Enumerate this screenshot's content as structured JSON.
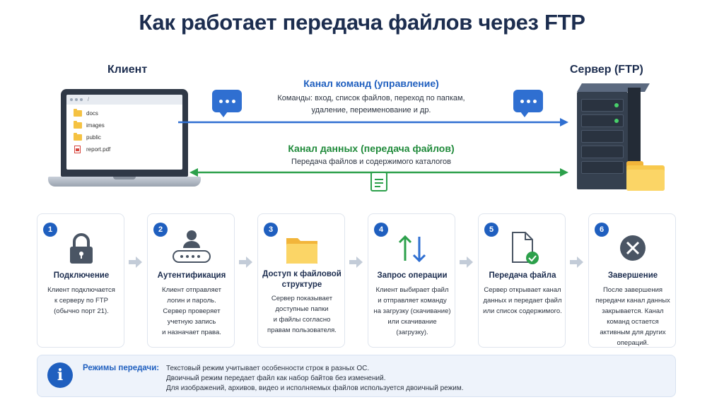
{
  "title": "Как работает передача файлов через FTP",
  "client_label": "Клиент",
  "server_label": "Сервер (FTP)",
  "client_screen": {
    "path": "/",
    "files": [
      {
        "name": "docs",
        "icon": "folder-icon"
      },
      {
        "name": "images",
        "icon": "folder-icon"
      },
      {
        "name": "public",
        "icon": "folder-icon"
      },
      {
        "name": "report.pdf",
        "icon": "pdf-icon"
      }
    ]
  },
  "command_channel": {
    "title": "Канал команд (управление)",
    "line1": "Команды: вход, список файлов, переход по папкам,",
    "line2": "удаление, переименование и др.",
    "color": "#2f6fd1"
  },
  "data_channel": {
    "title": "Канал данных (передача файлов)",
    "line1": "Передача файлов и содержимого каталогов",
    "color": "#2ca04b"
  },
  "steps": [
    {
      "num": "1",
      "title": "Подключение",
      "icon": "lock-icon",
      "desc": [
        "Клиент подключается",
        "к серверу по FTP",
        "(обычно порт 21)."
      ]
    },
    {
      "num": "2",
      "title": "Аутентификация",
      "icon": "user-password-icon",
      "desc": [
        "Клиент отправляет",
        "логин и пароль.",
        "Сервер проверяет",
        "учетную запись",
        "и назначает права."
      ]
    },
    {
      "num": "3",
      "title_line1": "Доступ к файловой",
      "title_line2": "структуре",
      "icon": "folder-icon",
      "desc": [
        "Сервер показывает",
        "доступные папки",
        "и файлы согласно",
        "правам пользователя."
      ]
    },
    {
      "num": "4",
      "title": "Запрос операции",
      "icon": "up-down-arrows-icon",
      "desc": [
        "Клиент выбирает файл",
        "и отправляет команду",
        "на загрузку (скачивание)",
        "или скачивание (загрузку)."
      ]
    },
    {
      "num": "5",
      "title": "Передача файла",
      "icon": "file-check-icon",
      "desc": [
        "Сервер открывает канал",
        "данных и передает файл",
        "или список содержимого."
      ]
    },
    {
      "num": "6",
      "title": "Завершение",
      "icon": "close-icon",
      "desc": [
        "После завершения",
        "передачи канал данных",
        "закрывается. Канал",
        "команд остается",
        "активным для других",
        "операций."
      ]
    }
  ],
  "info": {
    "title": "Режимы передачи:",
    "lines": [
      "Текстовый режим учитывает особенности строк в разных ОС.",
      "Двоичный режим передает файл как набор байтов без изменений.",
      "Для изображений, архивов, видео и исполняемых файлов используется двоичный режим."
    ]
  }
}
